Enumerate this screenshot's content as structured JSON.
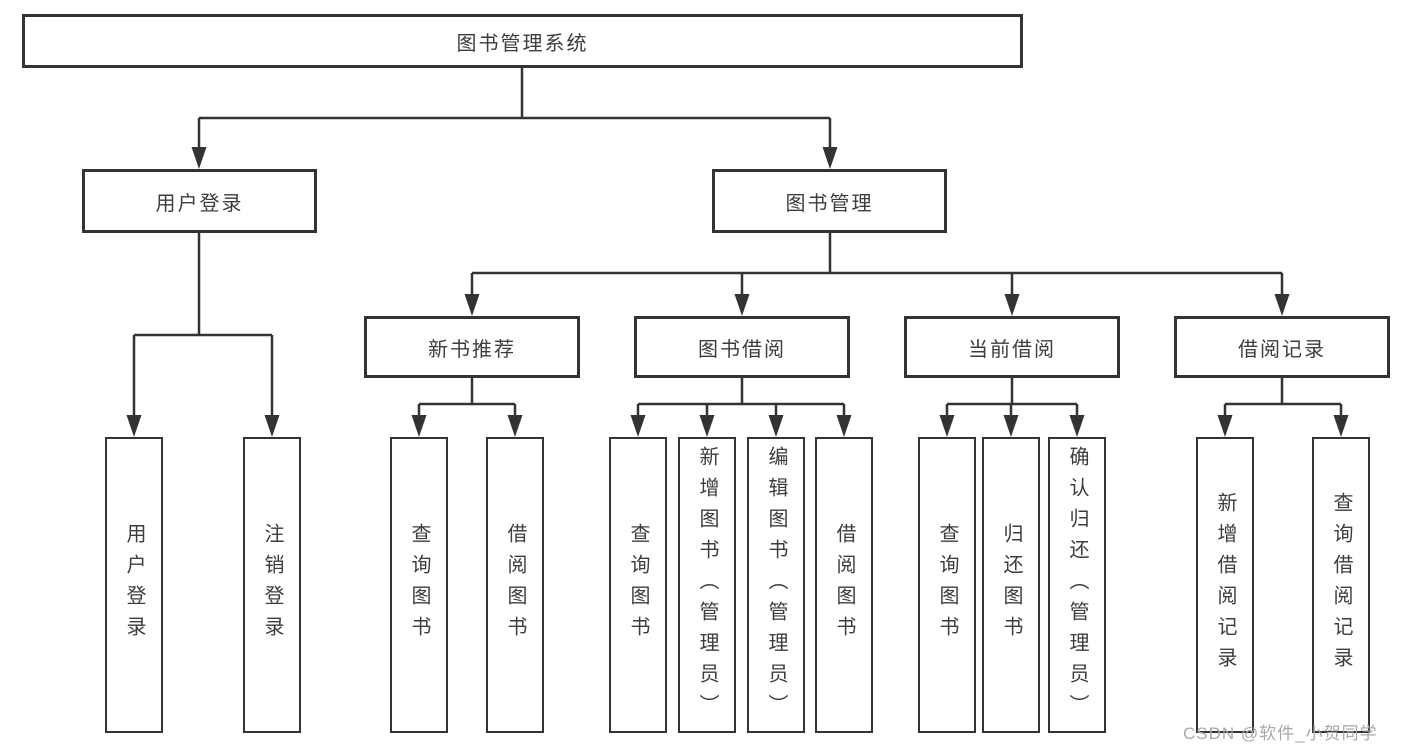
{
  "diagram": {
    "root": {
      "label": "图书管理系统"
    },
    "level2": [
      {
        "label": "用户登录"
      },
      {
        "label": "图书管理"
      }
    ],
    "level3": [
      {
        "label": "新书推荐"
      },
      {
        "label": "图书借阅"
      },
      {
        "label": "当前借阅"
      },
      {
        "label": "借阅记录"
      }
    ],
    "leaves": [
      {
        "label": "用户登录"
      },
      {
        "label": "注销登录"
      },
      {
        "label": "查询图书"
      },
      {
        "label": "借阅图书"
      },
      {
        "label": "查询图书"
      },
      {
        "label": "新增图书（管理员）"
      },
      {
        "label": "编辑图书（管理员）"
      },
      {
        "label": "借阅图书"
      },
      {
        "label": "查询图书"
      },
      {
        "label": "归还图书"
      },
      {
        "label": "确认归还（管理员）"
      },
      {
        "label": "新增借阅记录"
      },
      {
        "label": "查询借阅记录"
      }
    ]
  },
  "watermark": {
    "text": "CSDN @软件_小贺同学"
  },
  "colors": {
    "line": "#333333",
    "text": "#3d3d3d",
    "watermark": "#a9a9a9",
    "background": "#ffffff"
  }
}
